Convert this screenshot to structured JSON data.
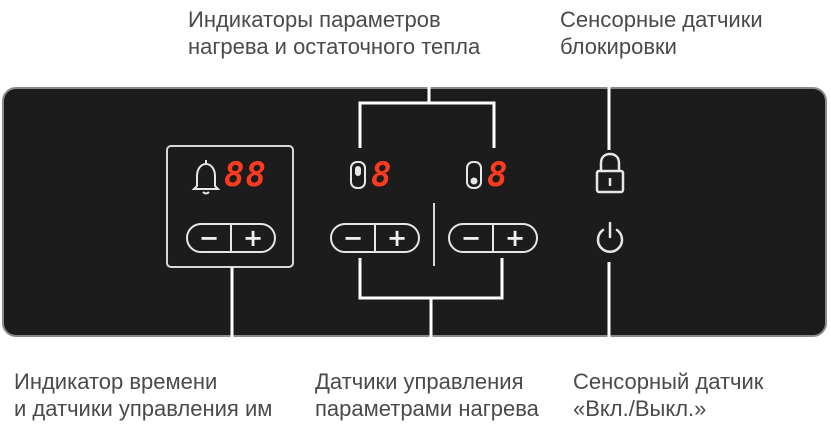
{
  "labels": {
    "heat_indicators_line1": "Индикаторы параметров",
    "heat_indicators_line2": "нагрева и остаточного тепла",
    "lock_sensors_line1": "Сенсорные датчики",
    "lock_sensors_line2": "блокировки",
    "timer_line1": "Индикатор времени",
    "timer_line2": "и датчики управления им",
    "heat_controls_line1": "Датчики управления",
    "heat_controls_line2": "параметрами нагрева",
    "power_line1": "Сенсорный датчик",
    "power_line2": "«Вкл./Выкл.»"
  },
  "panel": {
    "timer_digits": "88",
    "zone_left_digit": "8",
    "zone_right_digit": "8",
    "minus_symbol": "−",
    "plus_symbol": "+"
  },
  "icons": {
    "timer": "bell-icon",
    "zone_left": "zone-left-icon",
    "zone_right": "zone-right-icon",
    "lock": "lock-icon",
    "power": "power-icon"
  },
  "colors": {
    "panel_bg": "#1c1c1c",
    "display_red": "#ff3b1f",
    "label_text": "#4a4a4a"
  }
}
